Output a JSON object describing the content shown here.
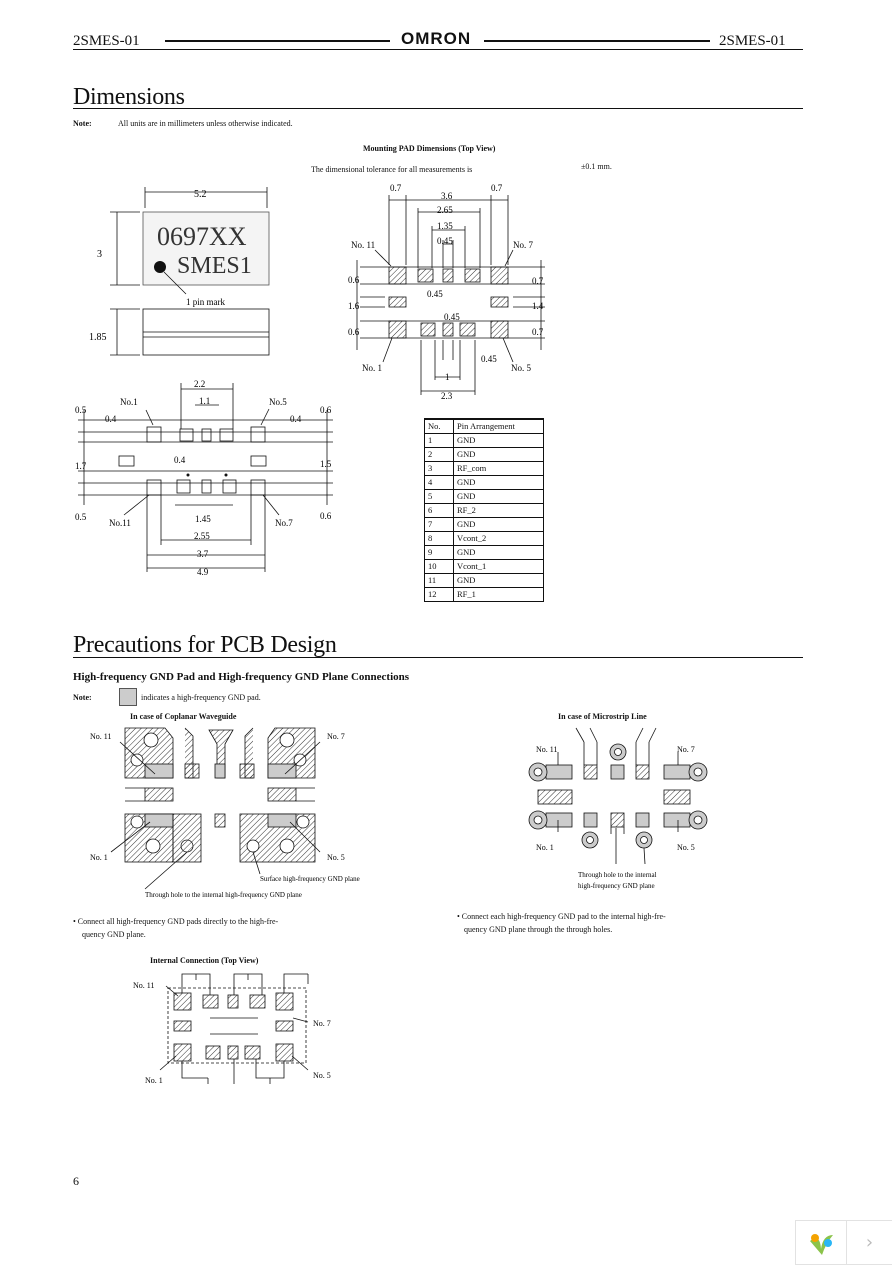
{
  "header": {
    "doc_left": "2SMES-01",
    "brand": "OMRON",
    "doc_right": "2SMES-01"
  },
  "dimensions": {
    "title": "Dimensions",
    "note_label": "Note:",
    "note_text": "All units are in millimeters unless otherwise indicated.",
    "mount_title": "Mounting PAD Dimensions (Top View)",
    "tolerance_text": "The dimensional tolerance for all measurements is",
    "tolerance_value": "±0.1 mm.",
    "pkg": {
      "w": "5.2",
      "h": "3",
      "t": "1.85",
      "marking1": "0697XX",
      "marking2": "SMES1",
      "pin_mark": "1 pin mark"
    },
    "bottom": {
      "d22": "2.2",
      "d11": "1.1",
      "no1": "No.1",
      "no5": "No.5",
      "no11": "No.11",
      "no7": "No.7",
      "l05a": "0.5",
      "l04a": "0.4",
      "l17": "1.7",
      "l05b": "0.5",
      "r06a": "0.6",
      "r04": "0.4",
      "r15": "1.5",
      "r06b": "0.6",
      "c04": "0.4",
      "d145": "1.45",
      "d255": "2.55",
      "d37": "3.7",
      "d49": "4.9"
    },
    "mount": {
      "d07a": "0.7",
      "d36": "3.6",
      "d07b": "0.7",
      "d265": "2.65",
      "d135": "1.35",
      "d045a": "0.45",
      "no11": "No. 11",
      "no7": "No. 7",
      "no1": "No. 1",
      "no5": "No. 5",
      "l06a": "0.6",
      "l16": "1.6",
      "l06b": "0.6",
      "r07a": "0.7",
      "r14": "1.4",
      "r07b": "0.7",
      "d045b": "0.45",
      "d045c": "0.45",
      "d045d": "0.45",
      "d1": "1",
      "d23": "2.3"
    },
    "pin_table": {
      "headers": [
        "No.",
        "Pin Arrangement"
      ],
      "rows": [
        [
          "1",
          "GND"
        ],
        [
          "2",
          "GND"
        ],
        [
          "3",
          "RF_com"
        ],
        [
          "4",
          "GND"
        ],
        [
          "5",
          "GND"
        ],
        [
          "6",
          "RF_2"
        ],
        [
          "7",
          "GND"
        ],
        [
          "8",
          "Vcont_2"
        ],
        [
          "9",
          "GND"
        ],
        [
          "10",
          "Vcont_1"
        ],
        [
          "11",
          "GND"
        ],
        [
          "12",
          "RF_1"
        ]
      ]
    }
  },
  "pcb": {
    "title": "Precautions for PCB Design",
    "subtitle": "High-frequency GND Pad and High-frequency GND Plane Connections",
    "note_label": "Note:",
    "note_text": "indicates a high-frequency GND pad.",
    "cpw_title": "In case of Coplanar Waveguide",
    "ms_title": "In case of Microstrip Line",
    "cpw_no11": "No. 11",
    "cpw_no7": "No. 7",
    "cpw_no1": "No. 1",
    "cpw_no5": "No. 5",
    "cpw_surface": "Surface high-frequency GND plane",
    "cpw_through": "Through hole to the internal high-frequency GND plane",
    "ms_no11": "No. 11",
    "ms_no7": "No. 7",
    "ms_no1": "No. 1",
    "ms_no5": "No. 5",
    "ms_through1": "Through hole to the internal",
    "ms_through2": "high-frequency GND plane",
    "cpw_bullet1": "• Connect all high-frequency GND pads directly to the high-fre-",
    "cpw_bullet2": "quency GND plane.",
    "ms_bullet1": "• Connect each high-frequency GND pad to the internal high-fre-",
    "ms_bullet2": "quency GND plane through the through holes.",
    "internal_title": "Internal Connection (Top View)",
    "int_no11": "No. 11",
    "int_no7": "No. 7",
    "int_no1": "No. 1",
    "int_no5": "No. 5"
  },
  "footer": {
    "page": "6"
  }
}
